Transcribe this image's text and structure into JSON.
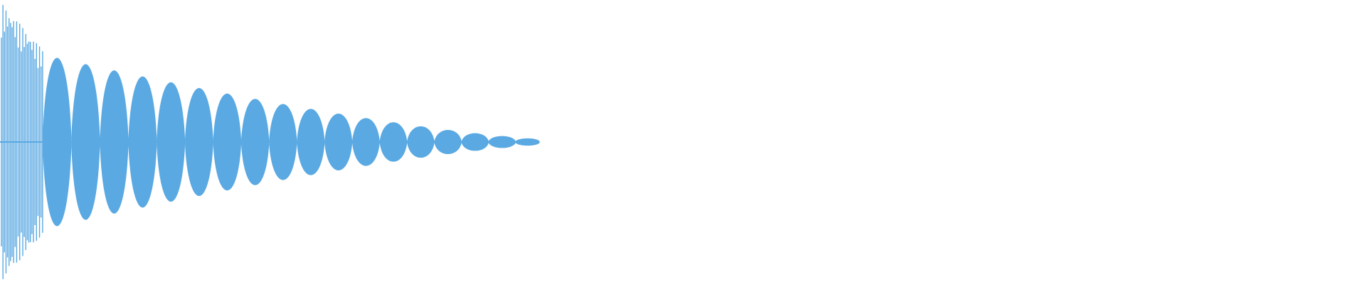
{
  "waveform": {
    "color": "#5aa9e2",
    "background": "#ffffff",
    "envelope": {
      "attack_transient_peak": 0.98,
      "sustain_start_level": 0.78,
      "end_level": 0.02,
      "sound_end_fraction": 0.395
    },
    "oscillation": {
      "initial_cycle_fraction": 0.0105,
      "final_cycle_fraction": 0.0098,
      "transient_cycles": 14
    }
  }
}
